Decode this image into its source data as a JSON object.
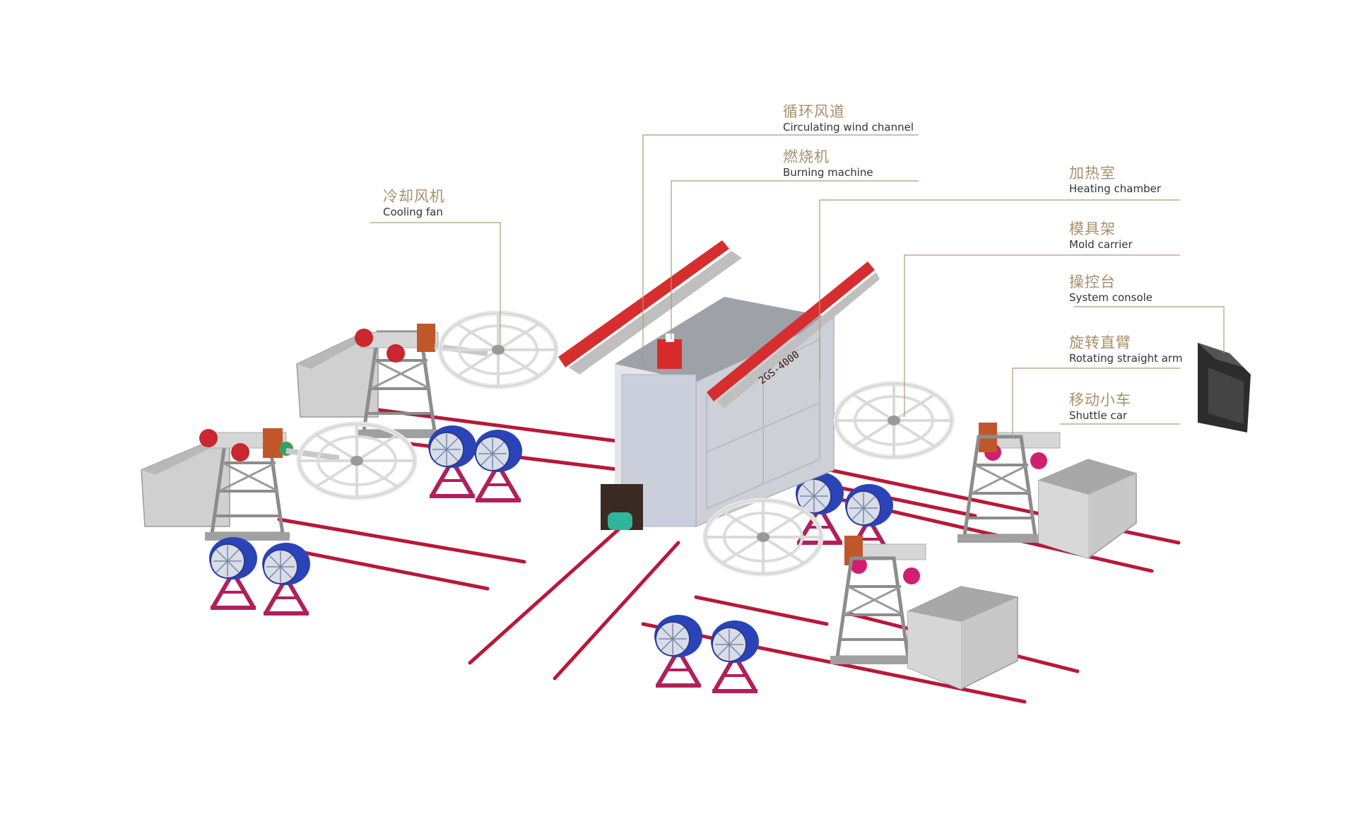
{
  "colors": {
    "rail": "#b8183a",
    "arm": "#d62e2e",
    "leader": "#b49a72",
    "frame": "#8c8c8c",
    "fan": "#2a44b8",
    "fan_stand": "#b0205a",
    "clamp": "#d21e6e",
    "chamber": "#d6dae0",
    "console": "#2c2c2c"
  },
  "labels": {
    "wind_channel": {
      "zh": "循环风道",
      "en": "Circulating wind channel",
      "icon": "leader-line"
    },
    "burner": {
      "zh": "燃烧机",
      "en": "Burning machine",
      "icon": "leader-line"
    },
    "cooling_fan": {
      "zh": "冷却风机",
      "en": "Cooling fan",
      "icon": "leader-line"
    },
    "heating_chamber": {
      "zh": "加热室",
      "en": "Heating chamber",
      "icon": "leader-line"
    },
    "mold_carrier": {
      "zh": "模具架",
      "en": "Mold carrier",
      "icon": "leader-line"
    },
    "console": {
      "zh": "操控台",
      "en": "System console",
      "icon": "leader-line"
    },
    "arm": {
      "zh": "旋转直臂",
      "en": "Rotating straight arm",
      "icon": "leader-line"
    },
    "shuttle": {
      "zh": "移动小车",
      "en": "Shuttle car",
      "icon": "leader-line"
    }
  },
  "machine_text": "2GS-4000"
}
